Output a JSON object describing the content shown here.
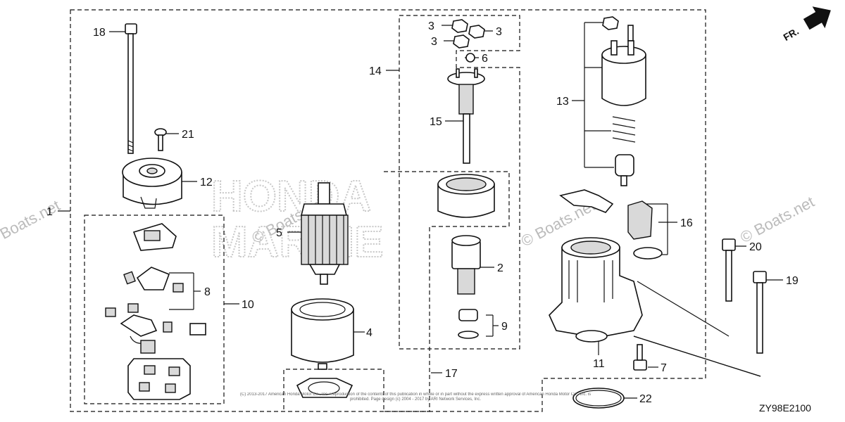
{
  "callouts": {
    "c1": "1",
    "c2": "2",
    "c3a": "3",
    "c3b": "3",
    "c3c": "3",
    "c4": "4",
    "c5": "5",
    "c6": "6",
    "c7": "7",
    "c8": "8",
    "c9": "9",
    "c10": "10",
    "c11": "11",
    "c12": "12",
    "c13": "13",
    "c14": "14",
    "c15": "15",
    "c16": "16",
    "c17": "17",
    "c18": "18",
    "c19": "19",
    "c20": "20",
    "c21": "21",
    "c22": "22"
  },
  "direction_label": "FR.",
  "diagram_code": "ZY98E2100",
  "watermark": {
    "left": "© Boats.net",
    "center": "© Boats.net",
    "right": "© Boats.net",
    "brand_line1": "HONDA",
    "brand_line2": "MARINE"
  },
  "copyright": "(C) 2013-2017 American Honda Motor Co., Inc. Reproduction of the contents of this publication in whole or in part without the express written approval of American Honda Motor Co., Inc. is prohibited. Page design (c) 2004 - 2017 by ARI Network Services, Inc."
}
